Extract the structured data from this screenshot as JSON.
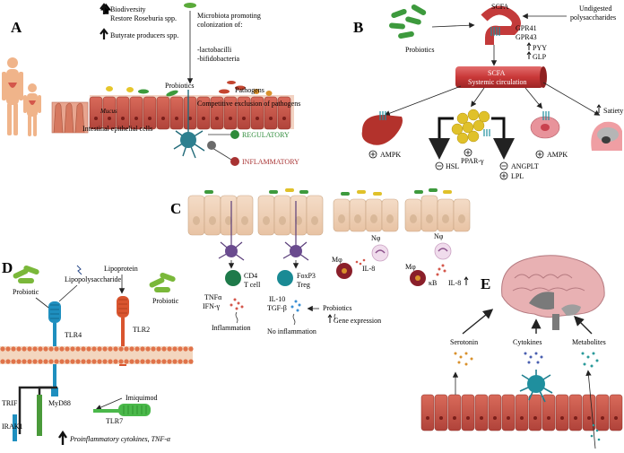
{
  "panels": {
    "A": {
      "letter": "A",
      "bullet1_line1": "Biodiversity",
      "bullet1_line2": "Restore Roseburia spp.",
      "bullet2": "Butyrate producers spp.",
      "microbiota_line1": "Microbiota promoting",
      "microbiota_line2": "colonization of:",
      "item1": "-lactobacilli",
      "item2": "-bifidobacteria",
      "probiotics": "Probiotics",
      "pathogens": "Pathogens",
      "competitive": "Competitive exclusion of pathogens",
      "mucus": "Mucus",
      "epithelial": "Intestinal epithelial cells",
      "regulatory": "REGULATORY",
      "inflammatory": "INFLAMMATORY",
      "colors": {
        "regulatory": "#2e8b3a",
        "inflammatory": "#a83232"
      }
    },
    "B": {
      "letter": "B",
      "probiotics": "Probiotics",
      "scfa": "SCFA",
      "gpr41": "GPR41",
      "gpr43": "GPR43",
      "pyy": "PYY",
      "glp": "GLP",
      "undigested_line1": "Undigested",
      "undigested_line2": "polysaccharides",
      "scfa_bar": "SCFA",
      "systemic": "Systemic circulation",
      "ampk1": "AMPK",
      "ppar": "PPAR-γ",
      "hsl": "HSL",
      "angplt": "ANGPLT",
      "lpl": "LPL",
      "ampk2": "AMPK",
      "satiety": "Satiety"
    },
    "C": {
      "letter": "C",
      "cd4": "CD4",
      "tcell": "T cell",
      "foxp3": "FoxP3",
      "treg": "Treg",
      "tnf": "TNFα",
      "ifn": "IFN-γ",
      "il10": "IL-10",
      "tgf": "TGF-β",
      "inflammation": "Inflammation",
      "no_inflammation": "No inflammation",
      "mphi1": "Mφ",
      "il8_1": "IL-8",
      "probiotics": "Probiotics",
      "gene_expression": "Gene expression",
      "neu1": "Nφ",
      "neu2": "Nφ",
      "mphi2": "Mφ",
      "kb": "κB",
      "il8_2": "IL-8"
    },
    "D": {
      "letter": "D",
      "probiotic1": "Probiotic",
      "lps": "Lipopolysaccharide",
      "lipoprotein": "Lipoprotein",
      "probiotic2": "Probiotic",
      "tlr4": "TLR4",
      "tlr2": "TLR2",
      "trif": "TRIF",
      "myd88": "MyD88",
      "irak1": "IRAK1",
      "imiquimod": "Imiquimod",
      "tlr7": "TLR7",
      "cytokines": "Proinflammatory cytokines, TNF-α"
    },
    "E": {
      "letter": "E",
      "serotonin": "Serotonin",
      "cytokines": "Cytokines",
      "metabolites": "Metabolites"
    }
  }
}
